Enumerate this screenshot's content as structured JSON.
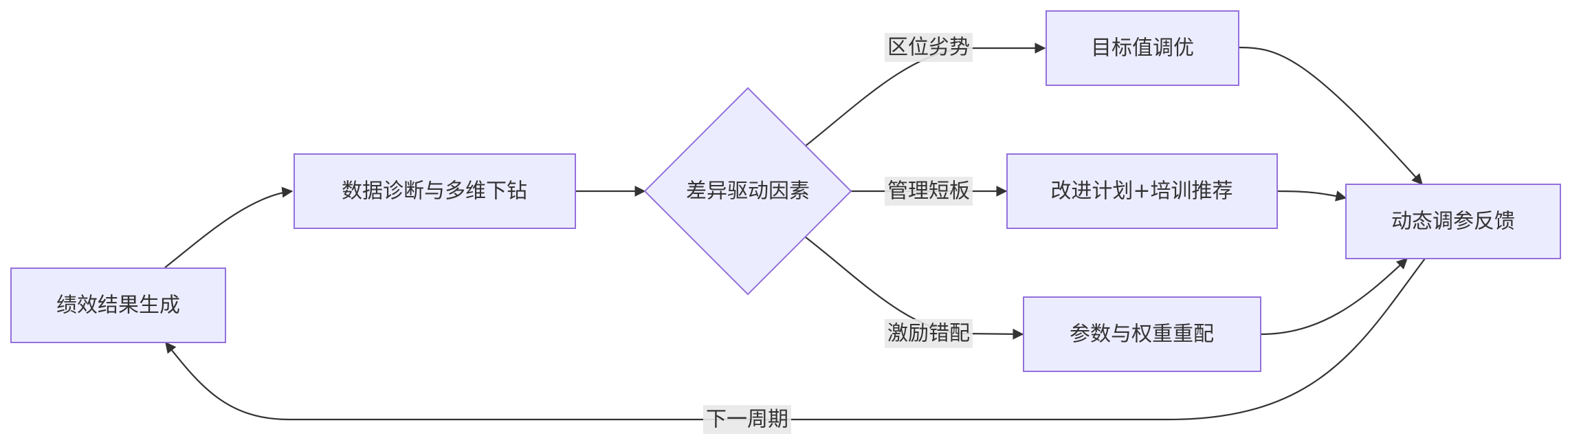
{
  "nodes": {
    "result": "绩效结果生成",
    "diagnosis": "数据诊断与多维下钻",
    "decision": "差异驱动因素",
    "target": "目标值调优",
    "improve": "改进计划+培训推荐",
    "params": "参数与权重重配",
    "feedback": "动态调参反馈"
  },
  "edge_labels": {
    "zone_disadvantage": "区位劣势",
    "mgmt_weakness": "管理短板",
    "incentive_mismatch": "激励错配",
    "next_cycle": "下一周期"
  },
  "colors": {
    "node_fill": "#ECECFF",
    "node_stroke": "#9370DB",
    "edge": "#333333",
    "label_bg": "#e8e8e8"
  }
}
